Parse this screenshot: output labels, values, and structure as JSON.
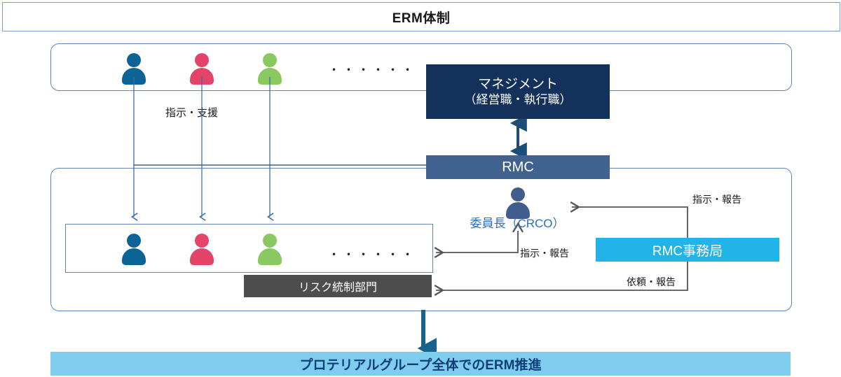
{
  "title": {
    "text": "ERM体制"
  },
  "top_group": {
    "people": [
      {
        "name": "person-blue",
        "color": "#0b6396"
      },
      {
        "name": "person-pink",
        "color": "#e4436a"
      },
      {
        "name": "person-green",
        "color": "#8ac95f"
      }
    ],
    "ellipsis": "・・・・・・"
  },
  "boxes": {
    "management": {
      "line1": "マネジメント",
      "line2": "（経営職・執行職）",
      "color": "#14315c"
    },
    "rmc": {
      "label": "RMC",
      "color": "#41618f"
    },
    "rmc_office": {
      "label": "RMC事務局",
      "color": "#22b3e8"
    },
    "risk_control": {
      "label": "リスク統制部門",
      "color": "#4d4d4d"
    },
    "bottom_bar": {
      "label": "プロテリアルグループ全体でのERM推進",
      "color": "#7fcdee",
      "text_color": "#0f3f76"
    }
  },
  "chairman": {
    "label": "委員長（CRCO）",
    "text_color": "#2f6fb5",
    "icon_color": "#3f5e8c"
  },
  "bottom_group": {
    "people": [
      {
        "name": "person-blue",
        "color": "#0b6396"
      },
      {
        "name": "person-pink",
        "color": "#e4436a"
      },
      {
        "name": "person-green",
        "color": "#8ac95f"
      }
    ],
    "ellipsis": "・・・・・・"
  },
  "labels": {
    "shiji_shien": "指示・支援",
    "shiji_houkoku_to_risk": "指示・報告",
    "shiji_houkoku_to_chairman": "指示・報告",
    "irai_houkoku": "依頼・報告"
  },
  "colors": {
    "border_blue": "#5f86b6",
    "arrow_gray": "#555555",
    "arrow_blue": "#3f6ea8",
    "thick_arrow": "#17628f"
  }
}
